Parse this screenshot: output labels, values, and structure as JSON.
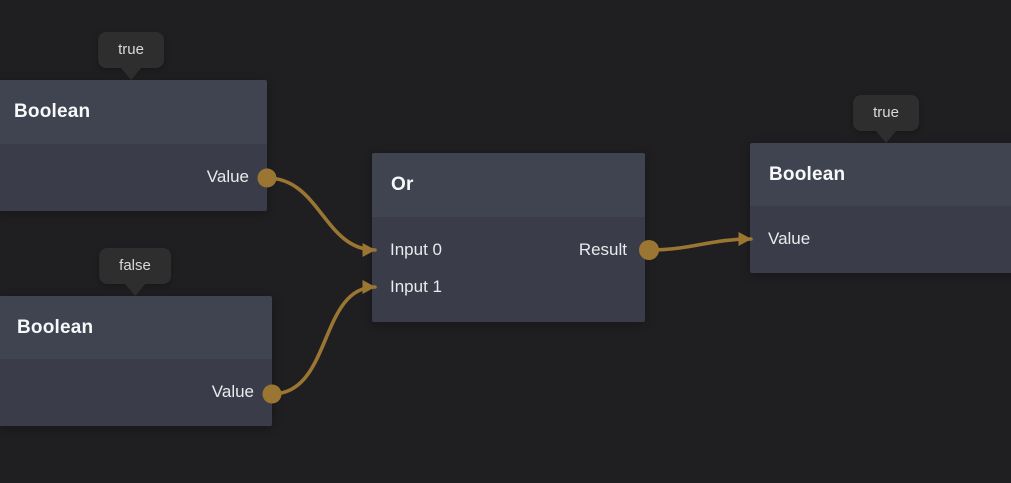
{
  "editor": {
    "type": "visual-scripting-node-graph"
  },
  "colors": {
    "background": "#1f1f21",
    "node_header": "#3f4450",
    "node_body": "#3a3d49",
    "tooltip_background": "#2e2e2f",
    "edge_gold": "#9b7633",
    "title_text": "#f7f8f9",
    "label_text": "#e8eaec"
  },
  "nodes": [
    {
      "id": "boolean-true-source",
      "title": "Boolean",
      "tooltip": "true",
      "outputs": [
        {
          "label": "Value"
        }
      ]
    },
    {
      "id": "boolean-false-source",
      "title": "Boolean",
      "tooltip": "false",
      "outputs": [
        {
          "label": "Value"
        }
      ]
    },
    {
      "id": "or-node",
      "title": "Or",
      "inputs": [
        {
          "label": "Input 0"
        },
        {
          "label": "Input 1"
        }
      ],
      "outputs": [
        {
          "label": "Result"
        }
      ]
    },
    {
      "id": "boolean-result",
      "title": "Boolean",
      "tooltip": "true",
      "inputs": [
        {
          "label": "Value"
        }
      ]
    }
  ],
  "edges": [
    {
      "from": "boolean-true-source.Value",
      "to": "or-node.Input 0"
    },
    {
      "from": "boolean-false-source.Value",
      "to": "or-node.Input 1"
    },
    {
      "from": "or-node.Result",
      "to": "boolean-result.Value"
    }
  ],
  "icons": {
    "output_port": "filled-circle",
    "input_port": "arrowhead-right",
    "tooltip_pointer": "triangle-down"
  }
}
